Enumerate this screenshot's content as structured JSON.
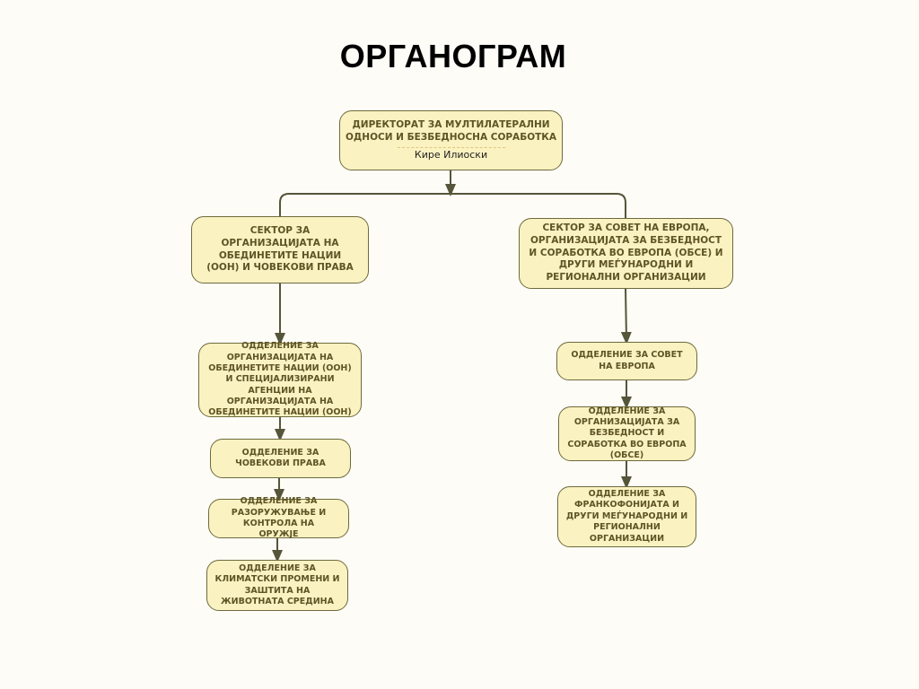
{
  "title": "ОРГАНОГРАМ",
  "directorate": {
    "name": "ДИРЕКТОРАТ ЗА МУЛТИЛАТЕРАЛНИ ОДНОСИ И БЕЗБЕДНОСНА СОРАБОТКА",
    "head": "Кире Илиоски"
  },
  "left_sector": {
    "name": "СЕКТОР ЗА ОРГАНИЗАЦИЈАТА НА ОБЕДИНЕТИТЕ НАЦИИ (ООН) И ЧОВЕКОВИ ПРАВА",
    "departments": [
      "ОДДЕЛЕНИЕ ЗА ОРГАНИЗАЦИЈАТА НА ОБЕДИНЕТИТЕ НАЦИИ (ООН) И СПЕЦИЈАЛИЗИРАНИ АГЕНЦИИ НА ОРГАНИЗАЦИЈАТА НА ОБЕДИНЕТИТЕ НАЦИИ (ООН)",
      "ОДДЕЛЕНИЕ ЗА ЧОВЕКОВИ ПРАВА",
      "ОДДЕЛЕНИЕ ЗА РАЗОРУЖУВАЊЕ И КОНТРОЛА НА ОРУЖЈЕ",
      "ОДДЕЛЕНИЕ ЗА КЛИМАТСКИ ПРОМЕНИ И ЗАШТИТА НА ЖИВОТНАТА СРЕДИНА"
    ]
  },
  "right_sector": {
    "name": "СЕКТОР ЗА СОВЕТ НА ЕВРОПА, ОРГАНИЗАЦИЈАТА ЗА БЕЗБЕДНОСТ И СОРАБОТКА ВО ЕВРОПА  (ОБСЕ) И ДРУГИ МЕЃУНАРОДНИ И РЕГИОНАЛНИ ОРГАНИЗАЦИИ",
    "departments": [
      "ОДДЕЛЕНИЕ ЗА СОВЕТ НА ЕВРОПА",
      "ОДДЕЛЕНИЕ ЗА ОРГАНИЗАЦИЈАТА ЗА БЕЗБЕДНОСТ И СОРАБОТКА ВО ЕВРОПА (ОБСЕ)",
      "ОДДЕЛЕНИЕ ЗА ФРАНКОФОНИЈАТА И ДРУГИ МЕЃУНАРОДНИ И РЕГИОНАЛНИ ОРГАНИЗАЦИИ"
    ]
  },
  "colors": {
    "box_fill": "#fbf2c2",
    "border": "#6e6a3c",
    "text": "#5e5424",
    "line": "#55553a"
  }
}
